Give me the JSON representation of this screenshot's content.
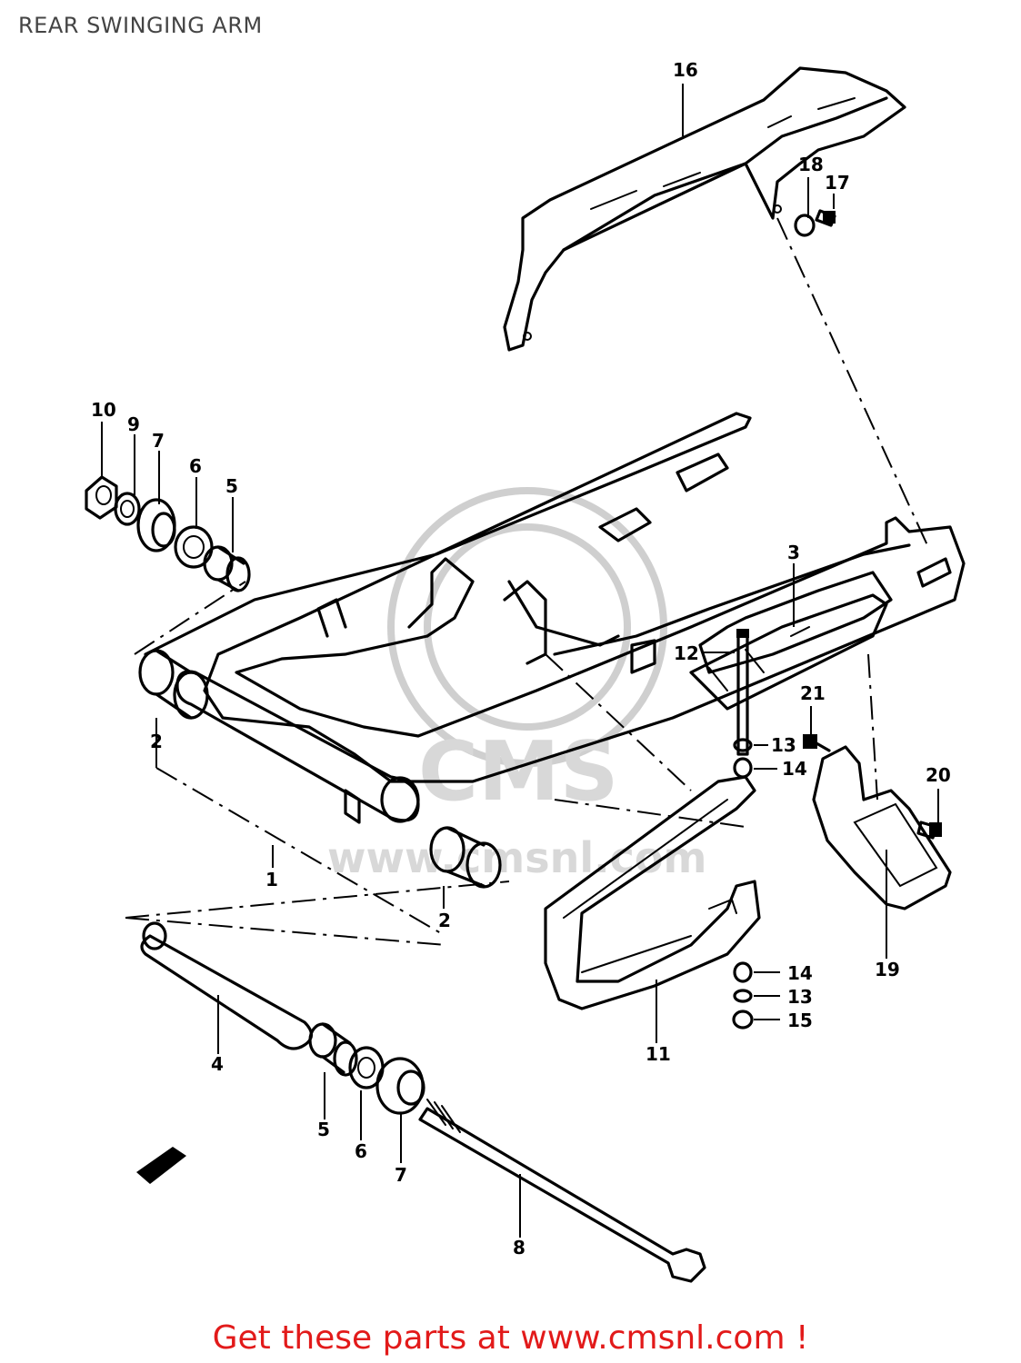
{
  "title": "REAR SWINGING ARM",
  "footer": "Get these parts at www.cmsnl.com !",
  "watermark": {
    "logo": "CMS",
    "url": "www.cmsnl.com"
  },
  "colors": {
    "footer": "#e21a1a",
    "title": "#444444",
    "line": "#000000",
    "watermark": "#d8d8d8"
  },
  "callouts": {
    "c1": "1",
    "c2a": "2",
    "c2b": "2",
    "c3": "3",
    "c4": "4",
    "c5a": "5",
    "c5b": "5",
    "c6a": "6",
    "c6b": "6",
    "c7a": "7",
    "c7b": "7",
    "c8": "8",
    "c9": "9",
    "c10": "10",
    "c11": "11",
    "c12": "12",
    "c13a": "13",
    "c13b": "13",
    "c14a": "14",
    "c14b": "14",
    "c15": "15",
    "c16": "16",
    "c17": "17",
    "c18": "18",
    "c19": "19",
    "c20": "20",
    "c21": "21"
  }
}
